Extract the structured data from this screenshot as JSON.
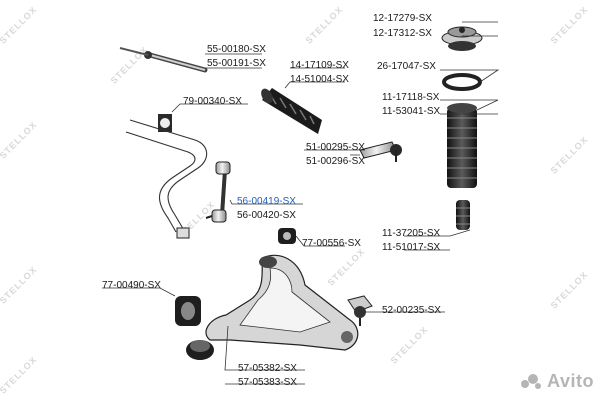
{
  "part_numbers": {
    "p55_00180": "55-00180-SX",
    "p55_00191": "55-00191-SX",
    "p79_00340": "79-00340-SX",
    "p14_17109": "14-17109-SX",
    "p14_51004": "14-51004-SX",
    "p12_17279": "12-17279-SX",
    "p12_17312": "12-17312-SX",
    "p26_17047": "26-17047-SX",
    "p11_17118": "11-17118-SX",
    "p11_53041": "11-53041-SX",
    "p51_00295": "51-00295-SX",
    "p51_00296": "51-00296-SX",
    "p56_00419": "56-00419-SX",
    "p56_00420": "56-00420-SX",
    "p77_00556": "77-00556-SX",
    "p11_37205": "11-37205-SX",
    "p11_51017": "11-51017-SX",
    "p77_00490": "77-00490-SX",
    "p52_00235": "52-00235-SX",
    "p57_05382": "57-05382-SX",
    "p57_05383": "57-05383-SX"
  },
  "watermark": "STELLOX",
  "site_watermark": "Avito",
  "colors": {
    "highlight": "#1f5fbf",
    "line": "#333333",
    "part_fill": "#e6e6e6",
    "part_stroke": "#222222"
  }
}
